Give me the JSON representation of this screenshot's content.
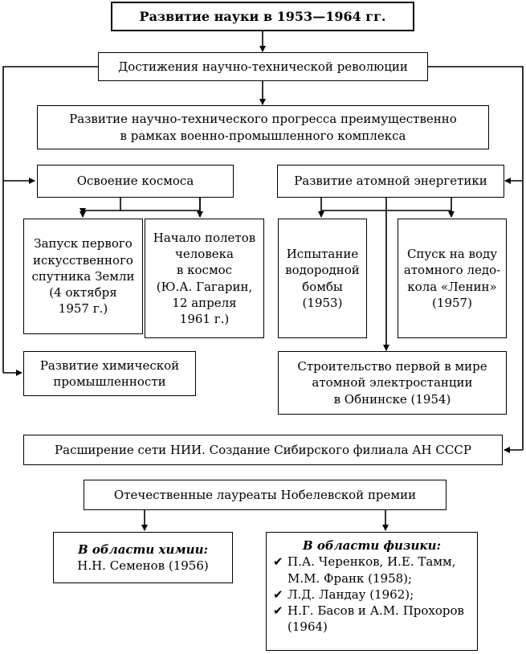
{
  "title": "Развитие науки в 1953—1964 гг.",
  "boxes": {
    "achievements": "Достижения научно-технической революции",
    "military": "Развитие научно-технического прогресса преимущественно\nв рамках военно-промышленного комплекса",
    "space": "Освоение космоса",
    "atomic": "Развитие атомной энергетики",
    "sputnik": "Запуск первого\nискусственного\nспутника Земли\n(4 октября\n1957 г.)",
    "gagarin": "Начало полетов\nчеловека\nв космос\n(Ю.А. Гагарин,\n12 апреля\n1961 г.)",
    "hbomb": "Испытание\nводородной\nбомбы\n(1953)",
    "icebreaker": "Спуск на воду\nатомного ледо-\nкола «Ленин»\n(1957)",
    "chemical": "Развитие химической\nпромышленности",
    "obninsk": "Строительство первой в мире\nатомной электростанции\nв Обнинске (1954)",
    "nii": "Расширение сети НИИ. Создание Сибирского филиала АН СССР",
    "nobel": "Отечественные лауреаты Нобелевской премии",
    "chemistry_head": "В области химии:",
    "chemistry_body": "Н.Н. Семенов (1956)",
    "physics_head": "В области физики:",
    "physics_items": [
      "П.А. Черенков, И.Е. Тамм,\nМ.М. Франк (1958);",
      "Л.Д. Ландау (1962);",
      "Н.Г. Басов и А.М. Прохоров\n(1964)"
    ]
  }
}
